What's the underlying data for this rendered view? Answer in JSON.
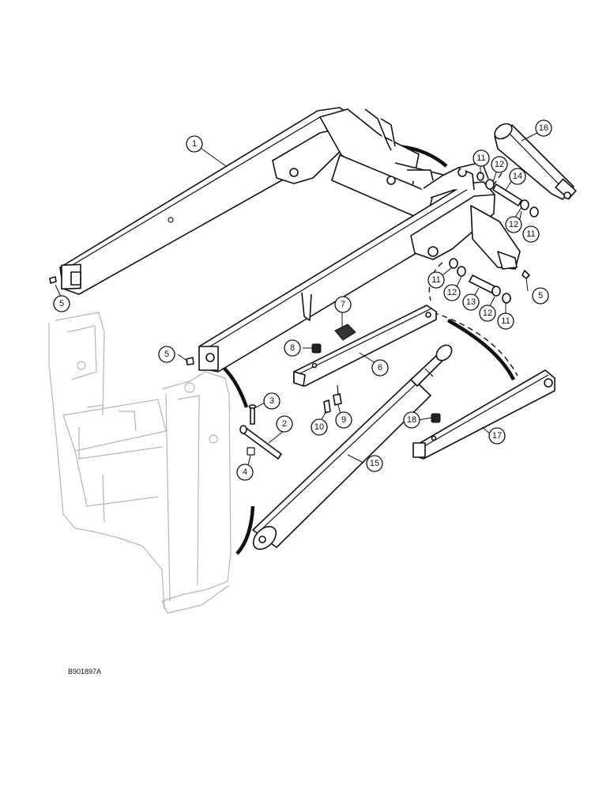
{
  "figure_id": "B901897A",
  "callouts": [
    {
      "id": "c1",
      "label": "1"
    },
    {
      "id": "c2",
      "label": "2"
    },
    {
      "id": "c3",
      "label": "3"
    },
    {
      "id": "c4",
      "label": "4"
    },
    {
      "id": "c5a",
      "label": "5"
    },
    {
      "id": "c5b",
      "label": "5"
    },
    {
      "id": "c5c",
      "label": "5"
    },
    {
      "id": "c6",
      "label": "6"
    },
    {
      "id": "c7",
      "label": "7"
    },
    {
      "id": "c8",
      "label": "8"
    },
    {
      "id": "c9",
      "label": "9"
    },
    {
      "id": "c10",
      "label": "10"
    },
    {
      "id": "c11a",
      "label": "11"
    },
    {
      "id": "c11b",
      "label": "11"
    },
    {
      "id": "c11c",
      "label": "11"
    },
    {
      "id": "c11d",
      "label": "11"
    },
    {
      "id": "c12a",
      "label": "12"
    },
    {
      "id": "c12b",
      "label": "12"
    },
    {
      "id": "c12c",
      "label": "12"
    },
    {
      "id": "c12d",
      "label": "12"
    },
    {
      "id": "c13",
      "label": "13"
    },
    {
      "id": "c14",
      "label": "14"
    },
    {
      "id": "c15",
      "label": "15"
    },
    {
      "id": "c16",
      "label": "16"
    },
    {
      "id": "c17",
      "label": "17"
    },
    {
      "id": "c18",
      "label": "18"
    }
  ]
}
